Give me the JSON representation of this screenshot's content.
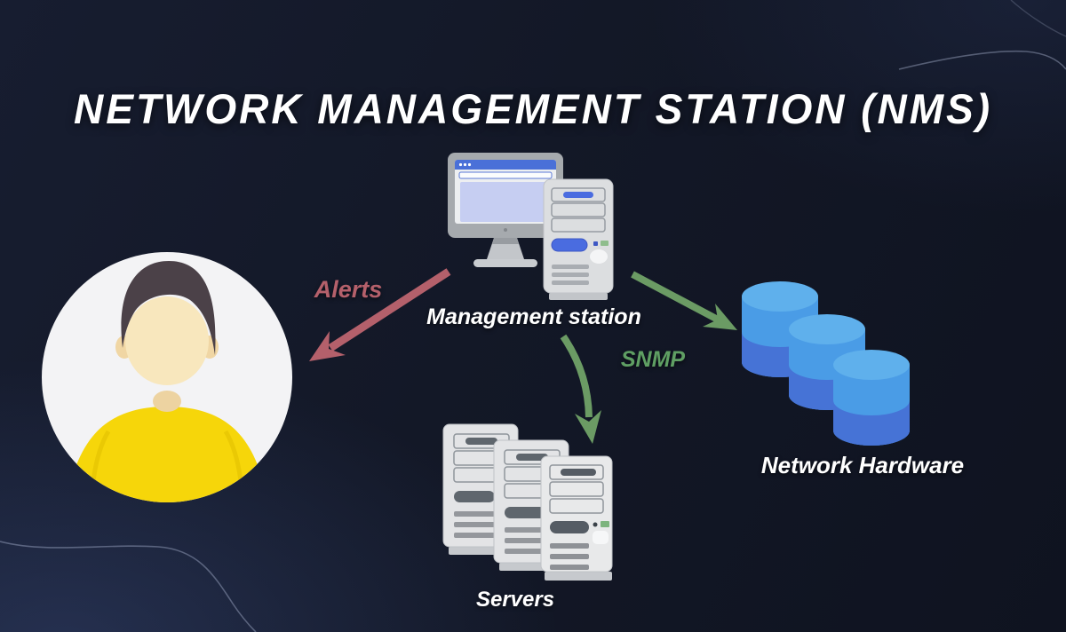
{
  "title": "NETWORK MANAGEMENT STATION (NMS)",
  "nodes": {
    "management_station": {
      "label": "Management station",
      "icon": "desktop-computer-with-tower"
    },
    "administrator": {
      "icon": "person-avatar"
    },
    "servers": {
      "label": "Servers",
      "icon": "server-tower-stack"
    },
    "network_hardware": {
      "label": "Network Hardware",
      "icon": "database-cylinder-stack"
    }
  },
  "edges": [
    {
      "label": "Alerts",
      "from": "management_station",
      "to": "administrator",
      "color": "#b4606b"
    },
    {
      "label": "SNMP",
      "from": "management_station",
      "to": "servers",
      "color": "#6b9b64"
    },
    {
      "label": "",
      "from": "management_station",
      "to": "network_hardware",
      "color": "#6b9b64"
    }
  ],
  "colors": {
    "background": "#131827",
    "background_glow": "#223055",
    "title_text": "#ffffff",
    "node_label_text": "#ffffff",
    "alerts": "#b4606b",
    "snmp": "#6b9b64",
    "avatar_circle": "#f3f3f5",
    "avatar_shirt": "#f6d60a",
    "cylinder_light": "#5fb0ec",
    "cylinder_mid": "#4a9ce6",
    "cylinder_dark": "#4673d6"
  }
}
